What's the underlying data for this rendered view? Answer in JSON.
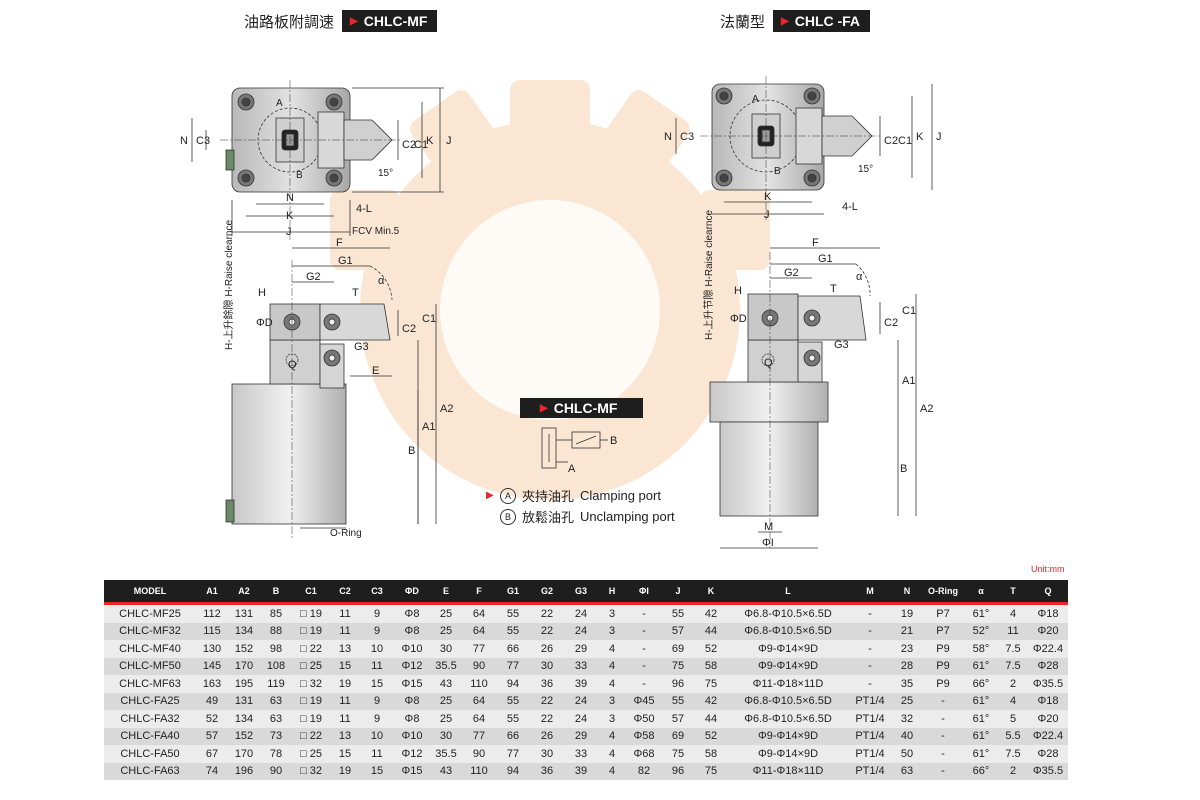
{
  "headers": {
    "mf": {
      "cn": "油路板附調速",
      "code": "CHLC-MF"
    },
    "fa": {
      "cn": "法蘭型",
      "code": "CHLC -FA"
    }
  },
  "drawing_labels": {
    "N": "N",
    "C3": "C3",
    "C2": "C2",
    "C1": "C1",
    "K": "K",
    "J": "J",
    "angle15": "15°",
    "L4": "4-L",
    "FCV": "FCV Min.5",
    "F": "F",
    "G1": "G1",
    "G2": "G2",
    "alpha": "α",
    "T": "T",
    "H": "H",
    "phiD": "ΦD",
    "Q": "Q",
    "G3": "G3",
    "E": "E",
    "A1": "A1",
    "A2": "A2",
    "B": "B",
    "Oring": "O-Ring",
    "M": "M",
    "phiI": "ΦI",
    "raise_mf": "H-上升餘隙 H-Raise clearnce",
    "raise_fa": "H-上升节隙 H-Raise clearnce",
    "portA": "A",
    "portB": "B",
    "circA": "A",
    "circB": "B"
  },
  "circuit_tag": "CHLC-MF",
  "legend": [
    {
      "symbol": "A",
      "cn": "夾持油孔",
      "en": "Clamping port"
    },
    {
      "symbol": "B",
      "cn": "放鬆油孔",
      "en": "Unclamping port"
    }
  ],
  "unit": "Unit:mm",
  "table": {
    "columns": [
      "MODEL",
      "A1",
      "A2",
      "B",
      "C1",
      "C2",
      "C3",
      "ΦD",
      "E",
      "F",
      "G1",
      "G2",
      "G3",
      "H",
      "ΦI",
      "J",
      "K",
      "L",
      "M",
      "N",
      "O-Ring",
      "α",
      "T",
      "Q"
    ],
    "rows": [
      [
        "CHLC-MF25",
        "112",
        "131",
        "85",
        "□ 19",
        "11",
        "9",
        "Φ8",
        "25",
        "64",
        "55",
        "22",
        "24",
        "3",
        "-",
        "55",
        "42",
        "Φ6.8-Φ10.5×6.5D",
        "-",
        "19",
        "P7",
        "61°",
        "4",
        "Φ18"
      ],
      [
        "CHLC-MF32",
        "115",
        "134",
        "88",
        "□ 19",
        "11",
        "9",
        "Φ8",
        "25",
        "64",
        "55",
        "22",
        "24",
        "3",
        "-",
        "57",
        "44",
        "Φ6.8-Φ10.5×6.5D",
        "-",
        "21",
        "P7",
        "52°",
        "11",
        "Φ20"
      ],
      [
        "CHLC-MF40",
        "130",
        "152",
        "98",
        "□ 22",
        "13",
        "10",
        "Φ10",
        "30",
        "77",
        "66",
        "26",
        "29",
        "4",
        "-",
        "69",
        "52",
        "Φ9-Φ14×9D",
        "-",
        "23",
        "P9",
        "58°",
        "7.5",
        "Φ22.4"
      ],
      [
        "CHLC-MF50",
        "145",
        "170",
        "108",
        "□ 25",
        "15",
        "11",
        "Φ12",
        "35.5",
        "90",
        "77",
        "30",
        "33",
        "4",
        "-",
        "75",
        "58",
        "Φ9-Φ14×9D",
        "-",
        "28",
        "P9",
        "61°",
        "7.5",
        "Φ28"
      ],
      [
        "CHLC-MF63",
        "163",
        "195",
        "119",
        "□ 32",
        "19",
        "15",
        "Φ15",
        "43",
        "110",
        "94",
        "36",
        "39",
        "4",
        "-",
        "96",
        "75",
        "Φ11-Φ18×11D",
        "-",
        "35",
        "P9",
        "66°",
        "2",
        "Φ35.5"
      ],
      [
        "CHLC-FA25",
        "49",
        "131",
        "63",
        "□ 19",
        "11",
        "9",
        "Φ8",
        "25",
        "64",
        "55",
        "22",
        "24",
        "3",
        "Φ45",
        "55",
        "42",
        "Φ6.8-Φ10.5×6.5D",
        "PT1/4",
        "25",
        "-",
        "61°",
        "4",
        "Φ18"
      ],
      [
        "CHLC-FA32",
        "52",
        "134",
        "63",
        "□ 19",
        "11",
        "9",
        "Φ8",
        "25",
        "64",
        "55",
        "22",
        "24",
        "3",
        "Φ50",
        "57",
        "44",
        "Φ6.8-Φ10.5×6.5D",
        "PT1/4",
        "32",
        "-",
        "61°",
        "5",
        "Φ20"
      ],
      [
        "CHLC-FA40",
        "57",
        "152",
        "73",
        "□ 22",
        "13",
        "10",
        "Φ10",
        "30",
        "77",
        "66",
        "26",
        "29",
        "4",
        "Φ58",
        "69",
        "52",
        "Φ9-Φ14×9D",
        "PT1/4",
        "40",
        "-",
        "61°",
        "5.5",
        "Φ22.4"
      ],
      [
        "CHLC-FA50",
        "67",
        "170",
        "78",
        "□ 25",
        "15",
        "11",
        "Φ12",
        "35.5",
        "90",
        "77",
        "30",
        "33",
        "4",
        "Φ68",
        "75",
        "58",
        "Φ9-Φ14×9D",
        "PT1/4",
        "50",
        "-",
        "61°",
        "7.5",
        "Φ28"
      ],
      [
        "CHLC-FA63",
        "74",
        "196",
        "90",
        "□ 32",
        "19",
        "15",
        "Φ15",
        "43",
        "110",
        "94",
        "36",
        "39",
        "4",
        "82",
        "96",
        "75",
        "Φ11-Φ18×11D",
        "PT1/4",
        "63",
        "-",
        "66°",
        "2",
        "Φ35.5"
      ]
    ]
  },
  "colors": {
    "accent": "#e8262c",
    "header_bg": "#1e1e1e",
    "body_gray": "#d9d9d9",
    "watermark": "#f6d7b8"
  }
}
